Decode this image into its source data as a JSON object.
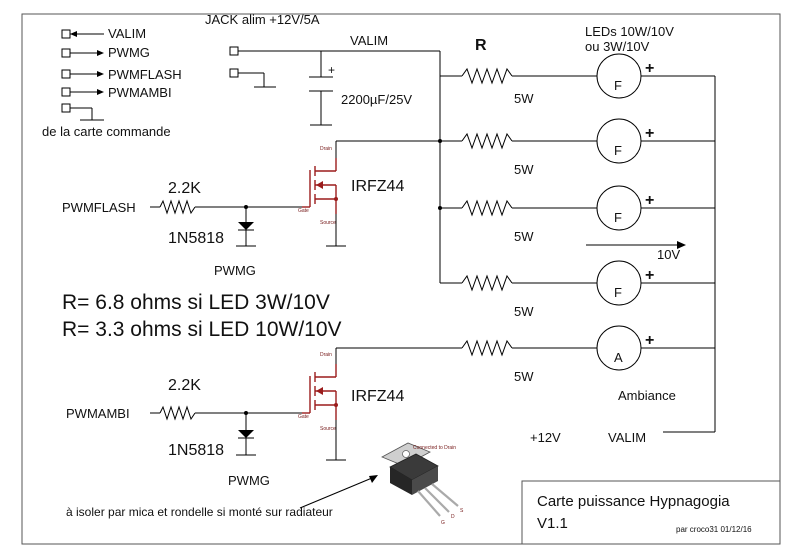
{
  "connector": {
    "title": "de la carte commande",
    "pins": [
      "VALIM",
      "PWMG",
      "PWMFLASH",
      "PWMAMBI"
    ]
  },
  "power": {
    "jack_label": "JACK alim +12V/5A",
    "valim_label": "VALIM",
    "cap_plus": "+",
    "cap_label": "2200µF/25V"
  },
  "resistor_header": "R",
  "leds_header_line1": "LEDs 10W/10V",
  "leds_header_line2": "ou 3W/10V",
  "branches": [
    {
      "res_label": "5W",
      "led_letter": "F",
      "plus": "+"
    },
    {
      "res_label": "5W",
      "led_letter": "F",
      "plus": "+"
    },
    {
      "res_label": "5W",
      "led_letter": "F",
      "plus": "+"
    },
    {
      "res_label": "5W",
      "led_letter": "F",
      "plus": "+"
    },
    {
      "res_label": "5W",
      "led_letter": "A",
      "plus": "+"
    }
  ],
  "voltage_arrow_label": "10V",
  "ambiance_label": "Ambiance",
  "plus12_label": "+12V",
  "valim_bottom_label": "VALIM",
  "flash_stage": {
    "input_label": "PWMFLASH",
    "res_value": "2.2K",
    "diode_label": "1N5818",
    "mosfet_label": "IRFZ44",
    "ground_label": "PWMG",
    "drain": "Drain",
    "gate": "Gate",
    "source": "Source"
  },
  "ambi_stage": {
    "input_label": "PWMAMBI",
    "res_value": "2.2K",
    "diode_label": "1N5818",
    "mosfet_label": "IRFZ44",
    "ground_label": "PWMG",
    "drain": "Drain",
    "gate": "Gate",
    "source": "Source"
  },
  "notes": {
    "r_line1": "R= 6.8 ohms si LED 3W/10V",
    "r_line2": "R= 3.3 ohms si LED 10W/10V",
    "isolate": "à isoler par mica et rondelle si monté sur radiateur"
  },
  "package": {
    "connected_label": "Connected to Drain",
    "pin_g": "G",
    "pin_d": "D",
    "pin_s": "S"
  },
  "title_block": {
    "title": "Carte puissance Hypnagogia",
    "version": "V1.1",
    "author": "par croco31 01/12/16"
  }
}
